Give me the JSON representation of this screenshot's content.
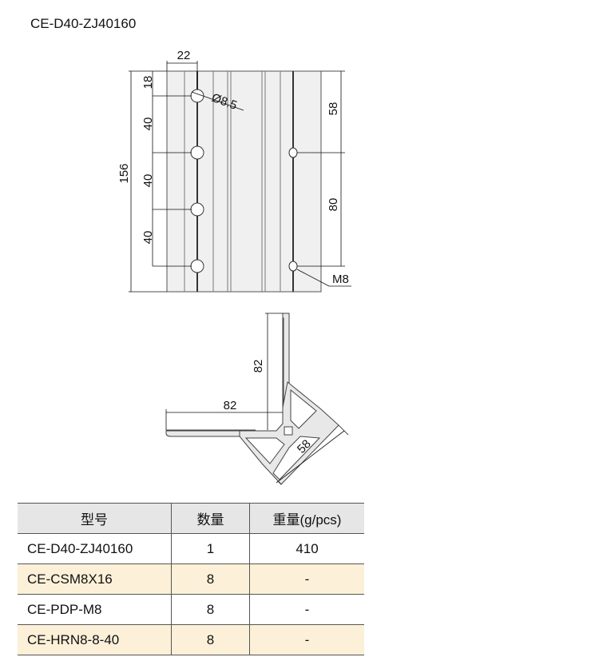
{
  "title": "CE-D40-ZJ40160",
  "front_view": {
    "dim_width": "22",
    "dim_total": "156",
    "dim_18": "18",
    "dim_40a": "40",
    "dim_40b": "40",
    "dim_40c": "40",
    "hole_label": "Ø8.5",
    "dim_58": "58",
    "dim_80": "80",
    "thread_label": "M8"
  },
  "section_view": {
    "dim_height": "82",
    "dim_width": "82",
    "dim_diag": "58"
  },
  "table": {
    "headers": [
      "型号",
      "数量",
      "重量(g/pcs)"
    ],
    "rows": [
      [
        "CE-D40-ZJ40160",
        "1",
        "410"
      ],
      [
        "CE-CSM8X16",
        "8",
        "-"
      ],
      [
        "CE-PDP-M8",
        "8",
        "-"
      ],
      [
        "CE-HRN8-8-40",
        "8",
        "-"
      ]
    ],
    "shade_color": "#fcf0d8",
    "header_color": "#e6e6e6"
  }
}
